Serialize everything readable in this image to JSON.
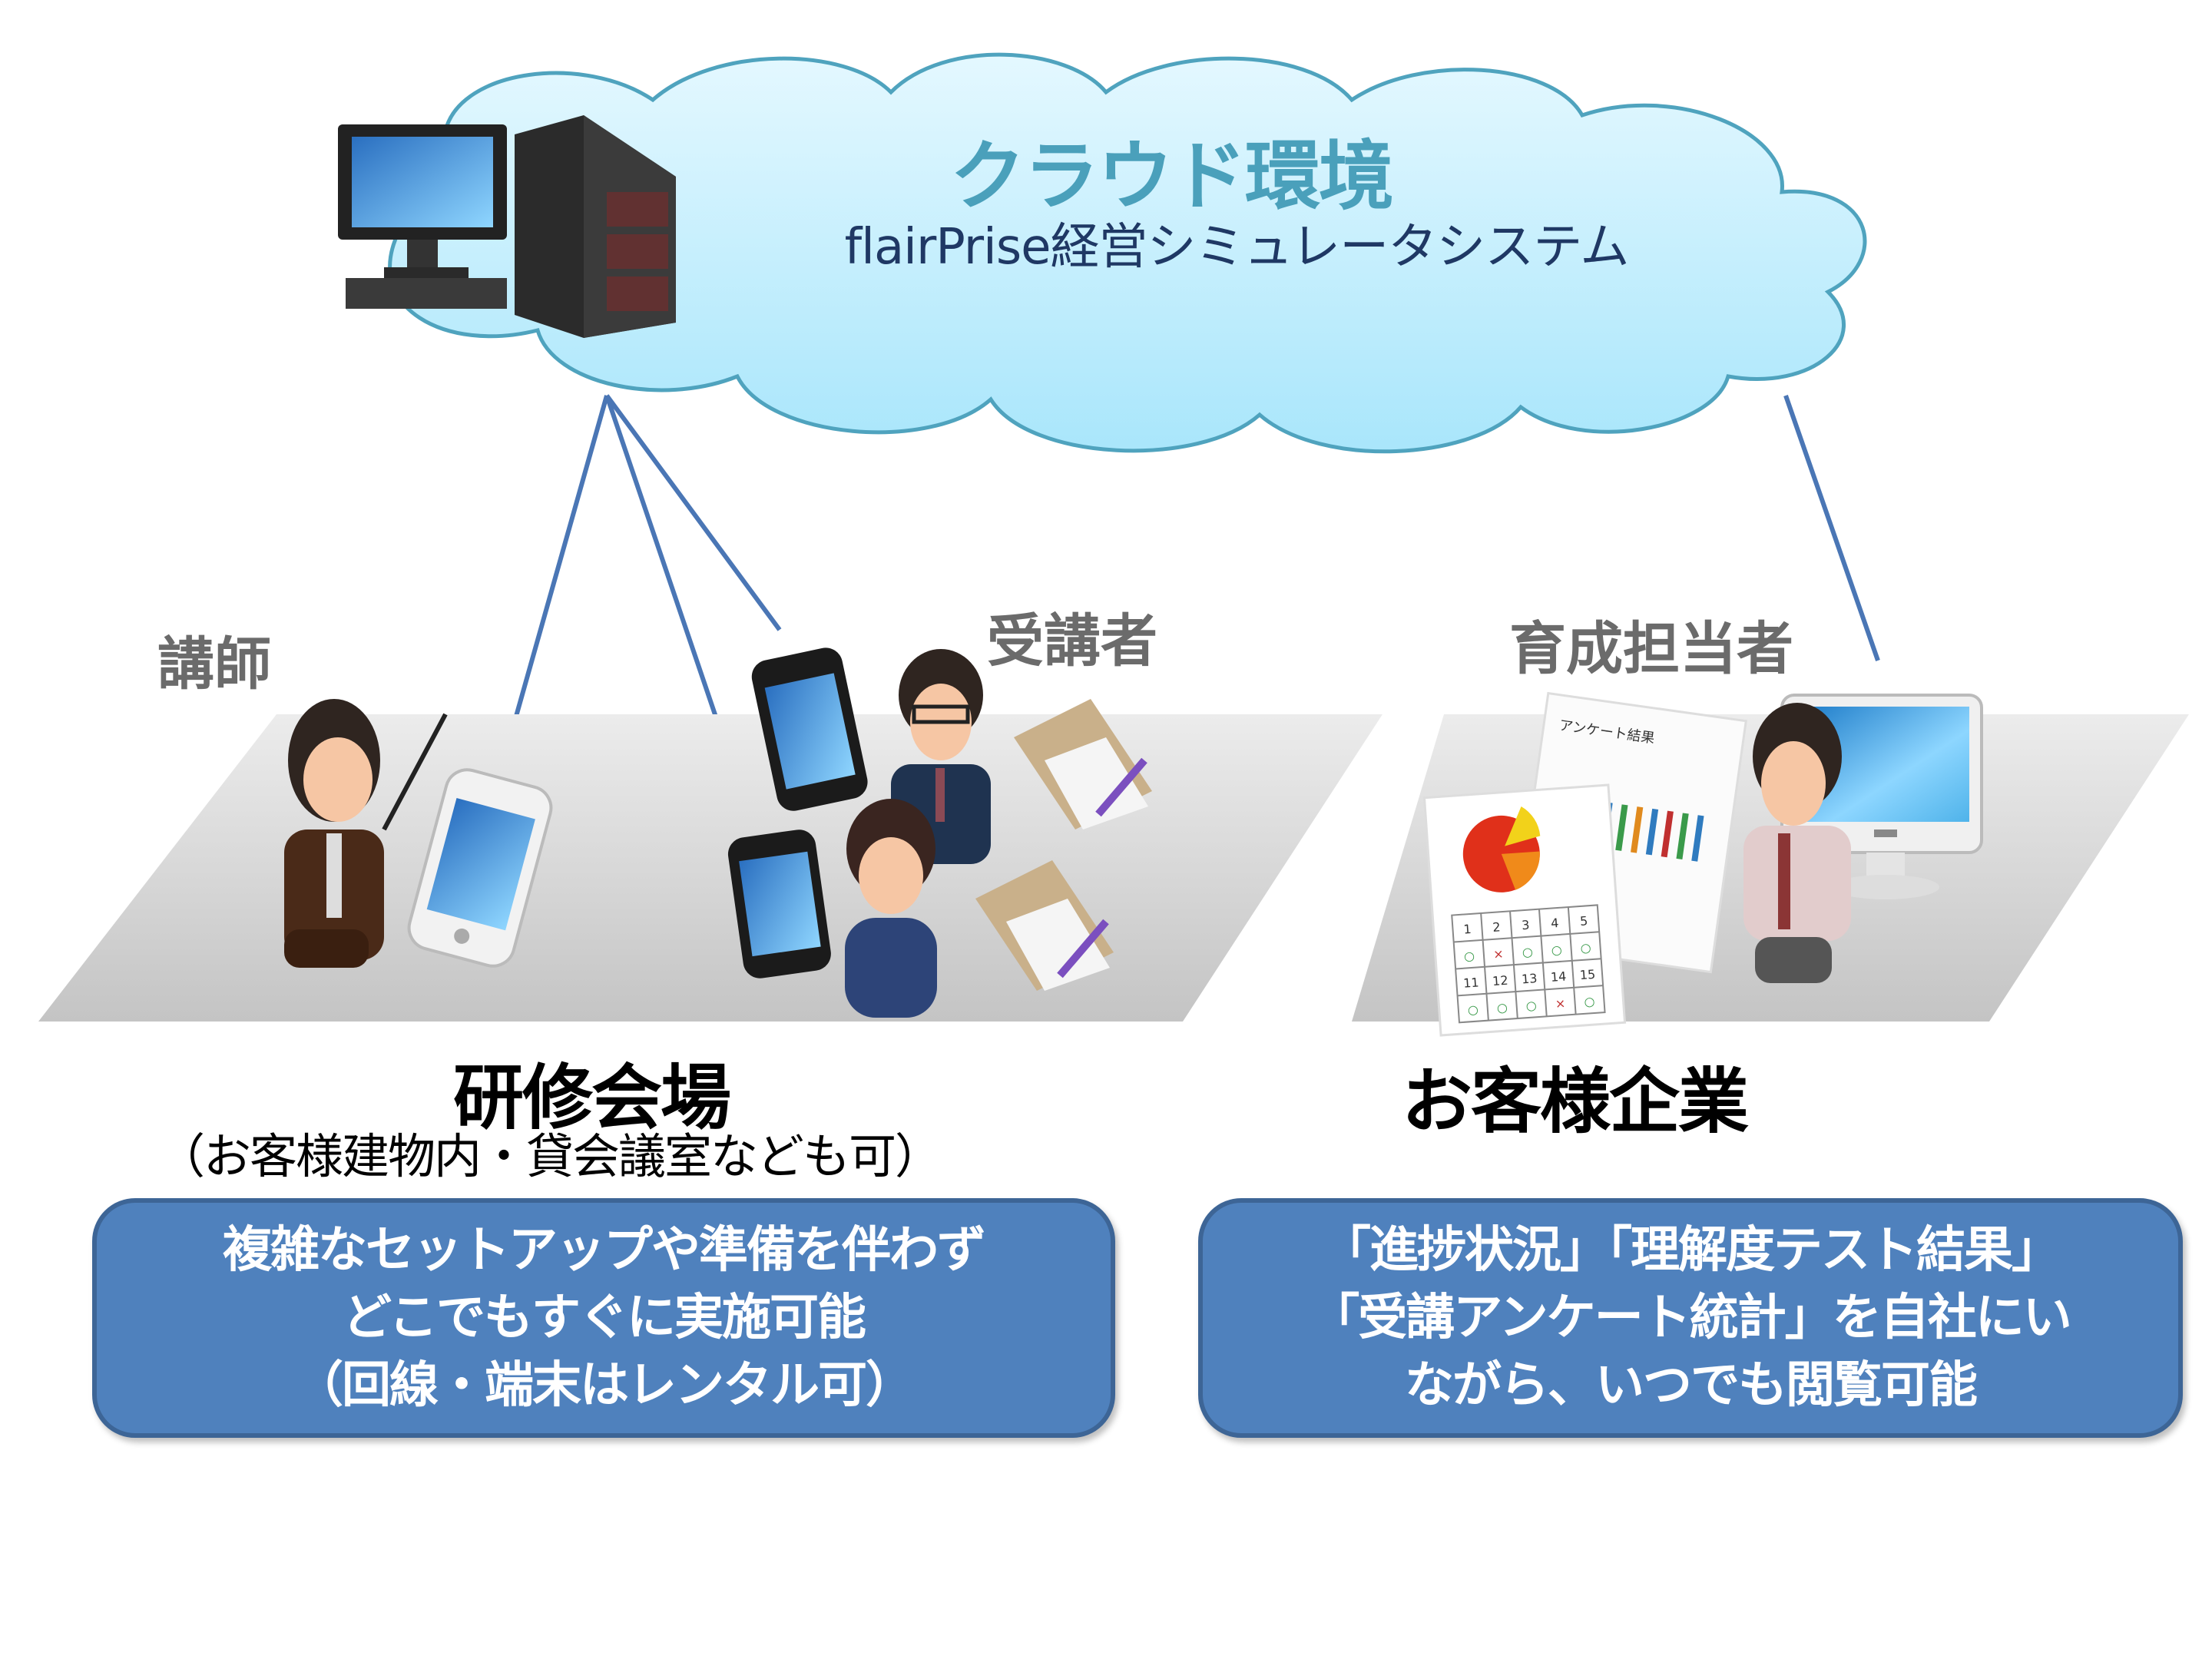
{
  "cloud": {
    "title": "クラウド環境",
    "subtitle": "flairPrise経営シミュレータシステム"
  },
  "roles": {
    "instructor": "講師",
    "trainee": "受講者",
    "manager": "育成担当者"
  },
  "places": {
    "venue": {
      "title": "研修会場",
      "note": "（お客様建物内・貸会議室なども可）"
    },
    "client": {
      "title": "お客様企業"
    }
  },
  "callouts": {
    "venue": {
      "lines": [
        "複雑なセットアップや準備を伴わず",
        "どこでもすぐに実施可能",
        "（回線・端末はレンタル可）"
      ]
    },
    "client": {
      "lines": [
        "「進捗状況」「理解度テスト結果」",
        "「受講アンケート統計」を自社にい",
        "ながら、いつでも閲覧可能"
      ]
    }
  },
  "report_sheet": {
    "title": "アンケート結果",
    "grid_numbers": [
      "1",
      "2",
      "3",
      "4",
      "5",
      "11",
      "12",
      "13",
      "14",
      "15"
    ],
    "grid_marks": [
      "○",
      "×",
      "○",
      "○",
      "○",
      "○",
      "○",
      "○",
      "×",
      "○"
    ]
  },
  "colors": {
    "cloud_fill": "#c9efff",
    "cloud_stroke": "#4fa3be",
    "cloud_title": "#4aa0bb",
    "cloud_subtitle": "#1f3864",
    "connector": "#4a76b5",
    "callout_fill": "#4f81bd",
    "callout_border": "#3d6596",
    "role_label": "#6b6b6b",
    "floor": "#d4d4d4"
  }
}
